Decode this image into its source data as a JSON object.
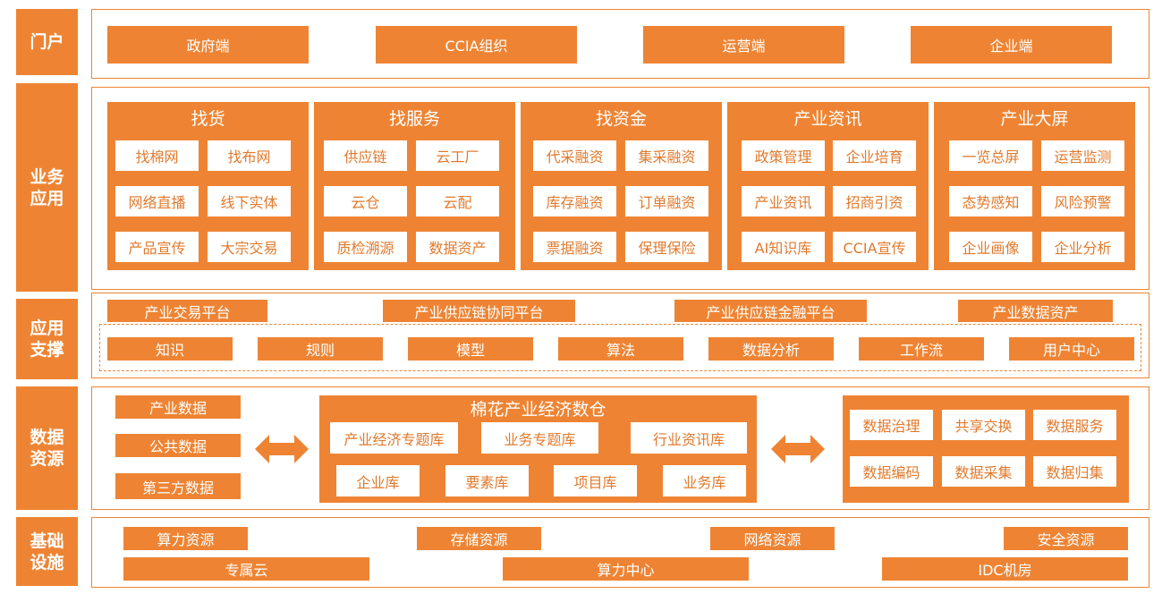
{
  "layers": {
    "portal": "门户",
    "business": "业务\n应用",
    "support": "应用\n支撑",
    "data": "数据\n资源",
    "infra": "基础\n设施"
  },
  "portal": [
    "政府端",
    "CCIA组织",
    "运营端",
    "企业端"
  ],
  "business": [
    {
      "title": "找货",
      "items": [
        "找棉网",
        "找布网",
        "网络直播",
        "线下实体",
        "产品宣传",
        "大宗交易"
      ]
    },
    {
      "title": "找服务",
      "items": [
        "供应链",
        "云工厂",
        "云仓",
        "云配",
        "质检溯源",
        "数据资产"
      ]
    },
    {
      "title": "找资金",
      "items": [
        "代采融资",
        "集采融资",
        "库存融资",
        "订单融资",
        "票据融资",
        "保理保险"
      ]
    },
    {
      "title": "产业资讯",
      "items": [
        "政策管理",
        "企业培育",
        "产业资讯",
        "招商引资",
        "AI知识库",
        "CCIA宣传"
      ]
    },
    {
      "title": "产业大屏",
      "items": [
        "一览总屏",
        "运营监测",
        "态势感知",
        "风险预警",
        "企业画像",
        "企业分析"
      ]
    }
  ],
  "support": {
    "platforms": [
      "产业交易平台",
      "产业供应链协同平台",
      "产业供应链金融平台",
      "产业数据资产"
    ],
    "modules": [
      "知识",
      "规则",
      "模型",
      "算法",
      "数据分析",
      "工作流",
      "用户中心"
    ]
  },
  "data_resources": {
    "sources": [
      "产业数据",
      "公共数据",
      "第三方数据"
    ],
    "warehouse": {
      "title": "棉花产业经济数仓",
      "row1": [
        "产业经济专题库",
        "业务专题库",
        "行业资讯库"
      ],
      "row2": [
        "企业库",
        "要素库",
        "项目库",
        "业务库"
      ]
    },
    "services": [
      "数据治理",
      "共享交换",
      "数据服务",
      "数据编码",
      "数据采集",
      "数据归集"
    ]
  },
  "infra": {
    "row1": [
      "算力资源",
      "存储资源",
      "网络资源",
      "安全资源"
    ],
    "row2": [
      "专属云",
      "算力中心",
      "IDC机房"
    ]
  },
  "colors": {
    "orange": "#ee8433",
    "text_orange": "#e07a2c",
    "white": "#ffffff"
  }
}
